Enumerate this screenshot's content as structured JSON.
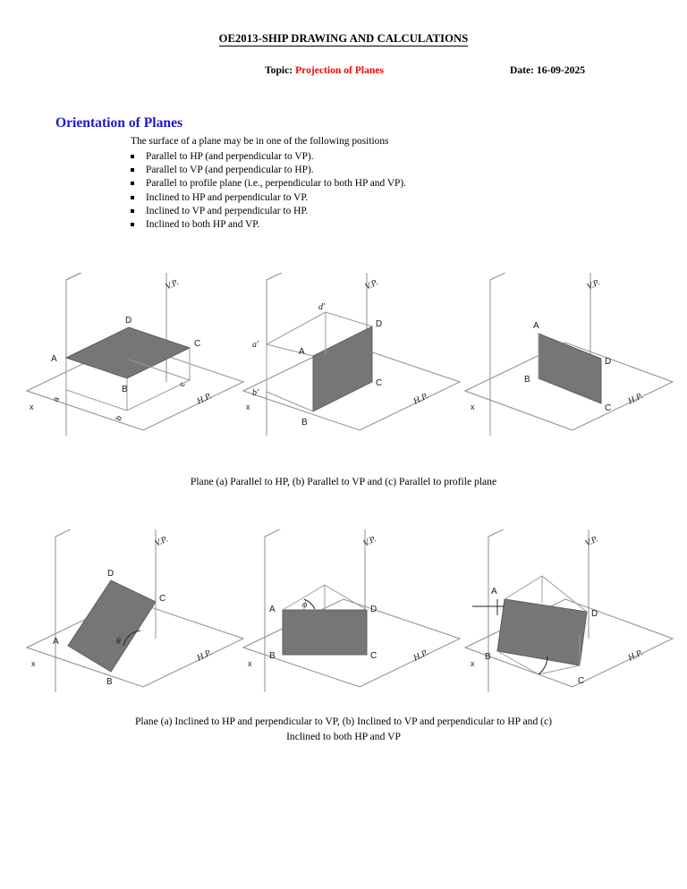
{
  "header": {
    "doc_title": "OE2013-SHIP DRAWING AND CALCULATIONS",
    "topic_label": "Topic:",
    "topic_value": "Projection of Planes",
    "date": "Date: 16-09-2025"
  },
  "section": {
    "heading": "Orientation of Planes",
    "intro": "The surface of a plane may be in one of the following positions",
    "bullets": [
      "Parallel to HP (and perpendicular to VP).",
      "Parallel to VP (and perpendicular to HP).",
      "Parallel to profile plane (i.e., perpendicular to both HP and VP).",
      "Inclined to HP and perpendicular to VP.",
      "Inclined to VP and perpendicular to HP.",
      "Inclined to both HP and VP."
    ]
  },
  "figures": {
    "row1": [
      {
        "id": "fig-a-parallel-hp",
        "vp_label": "V.P.",
        "hp_label": "H.P.",
        "origin_label": "x",
        "vertices": [
          "A",
          "B",
          "C",
          "D"
        ],
        "projections": [
          "a",
          "b",
          "c"
        ]
      },
      {
        "id": "fig-b-parallel-vp",
        "vp_label": "V.P.",
        "hp_label": "H.P.",
        "origin_label": "x",
        "vertices": [
          "A",
          "B",
          "C",
          "D"
        ],
        "projections": [
          "a'",
          "b'",
          "d'"
        ]
      },
      {
        "id": "fig-c-parallel-profile",
        "vp_label": "V.P.",
        "hp_label": "H.P.",
        "origin_label": "x",
        "vertices": [
          "A",
          "B",
          "C",
          "D"
        ],
        "projections": []
      }
    ],
    "row2": [
      {
        "id": "fig-d-inclined-hp",
        "vp_label": "V.P.",
        "hp_label": "H.P.",
        "origin_label": "x",
        "vertices": [
          "A",
          "B",
          "C",
          "D"
        ],
        "angle_label": "θ"
      },
      {
        "id": "fig-e-inclined-vp",
        "vp_label": "V.P.",
        "hp_label": "H.P.",
        "origin_label": "x",
        "vertices": [
          "A",
          "B",
          "C",
          "D"
        ],
        "angle_label": "ϕ"
      },
      {
        "id": "fig-f-inclined-both",
        "vp_label": "V.P.",
        "hp_label": "H.P.",
        "origin_label": "x",
        "vertices": [
          "A",
          "B",
          "C",
          "D"
        ],
        "angle_label": ""
      }
    ],
    "caption1": "Plane (a) Parallel to HP, (b) Parallel to VP and (c) Parallel to profile plane",
    "caption2_line1": "Plane (a) Inclined to HP and perpendicular to VP, (b) Inclined to VP and perpendicular to HP and (c)",
    "caption2_line2": "Inclined to both HP and VP"
  },
  "colors": {
    "heading_blue": "#1a1aca",
    "topic_red": "#ff0000",
    "plane_fill_gray": "#767676",
    "line_gray": "#8d8d8d"
  }
}
